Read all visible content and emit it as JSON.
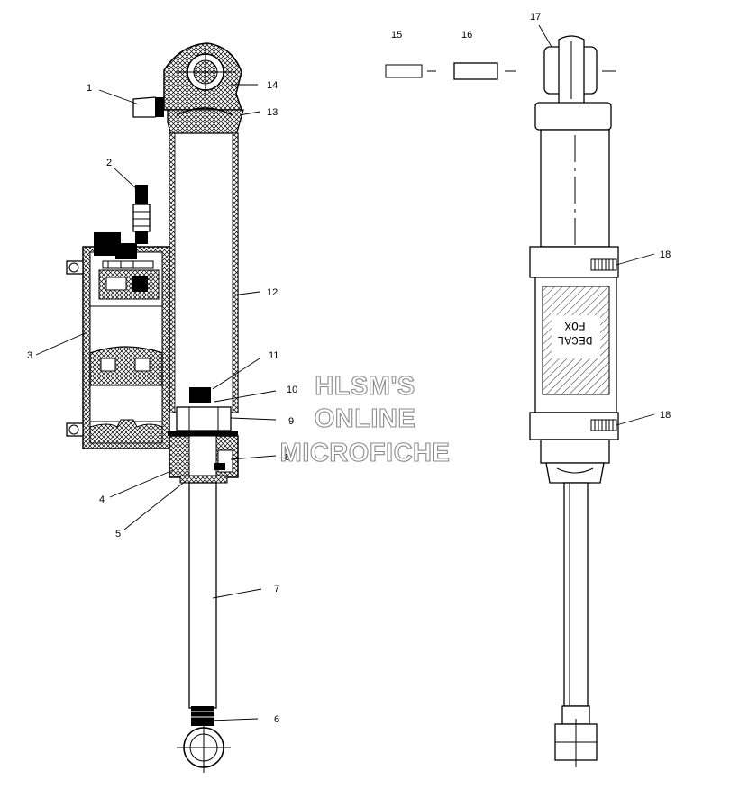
{
  "callouts": [
    "1",
    "2",
    "3",
    "4",
    "5",
    "6",
    "7",
    "8",
    "9",
    "10",
    "11",
    "12",
    "13",
    "14",
    "15",
    "16",
    "17",
    "18",
    "18"
  ],
  "decal_text": [
    "DECAL",
    "FOX"
  ],
  "watermark": [
    "HLSM'S",
    "ONLINE",
    "MICROFICHE"
  ]
}
